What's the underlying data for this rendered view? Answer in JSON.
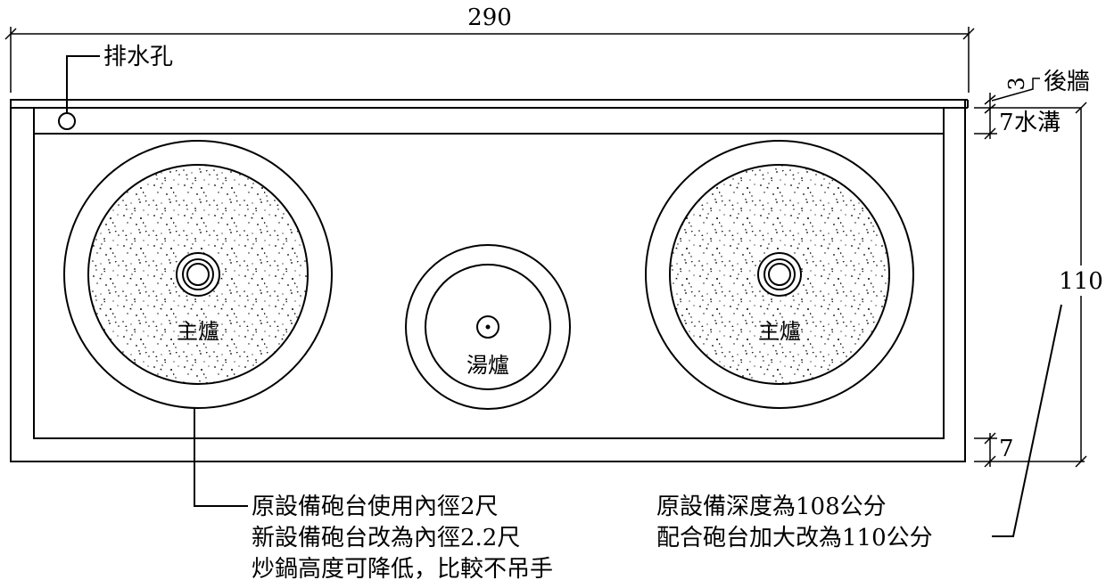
{
  "dimensions": {
    "width_label": "290",
    "depth_label": "110",
    "back_wall_label": "3",
    "trough_label": "7",
    "front_label": "7"
  },
  "labels": {
    "drain_hole": "排水孔",
    "back_wall": "後牆",
    "trough": "水溝",
    "main_burner_left": "主爐",
    "main_burner_right": "主爐",
    "soup_burner": "湯爐"
  },
  "notes": {
    "left": [
      "原設備砲台使用內徑2尺",
      "新設備砲台改為內徑2.2尺",
      "炒鍋高度可降低，比較不吊手"
    ],
    "right": [
      "原設備深度為108公分",
      "配合砲台加大改為110公分"
    ]
  }
}
